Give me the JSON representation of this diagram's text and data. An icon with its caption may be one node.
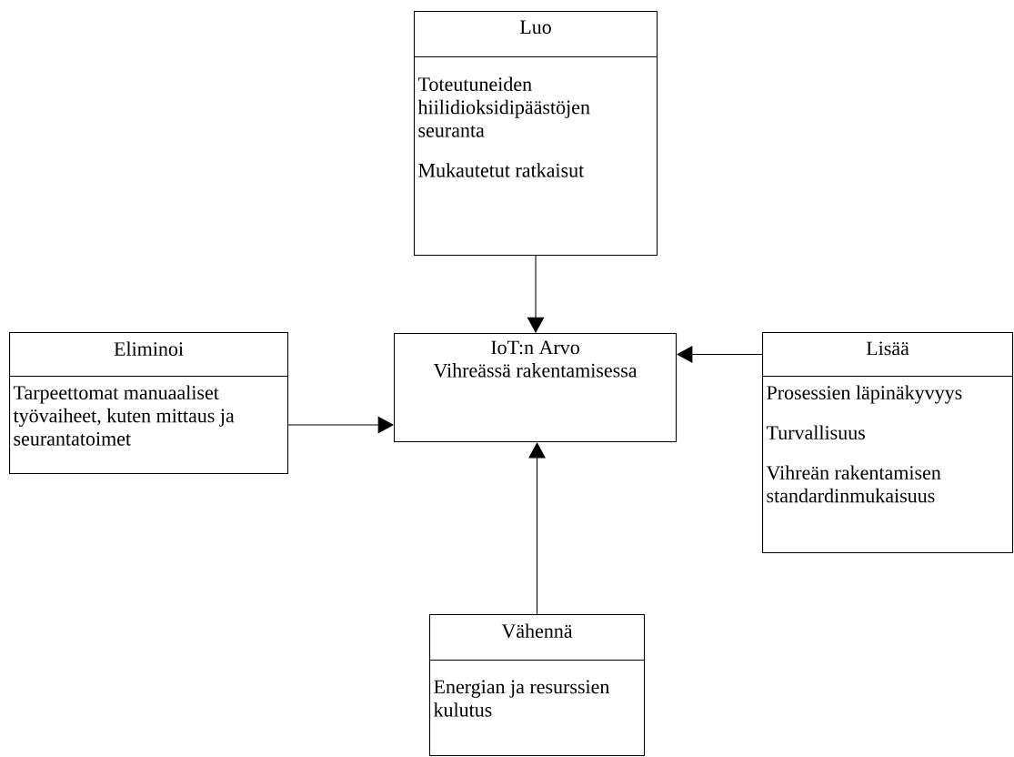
{
  "diagram": {
    "nodes": [
      {
        "text": [
          "Luo"
        ]
      },
      {
        "text": [
          "Toteutuneiden hiilidioksidipäästöjen seuranta",
          "Mukautetut ratkaisut"
        ]
      },
      {
        "text": [
          "Eliminoi"
        ]
      },
      {
        "text": [
          "Tarpeettomat manuaaliset työvaiheet, kuten mittaus ja seurantatoimet"
        ]
      },
      {
        "text": [
          "IoT:n Arvo",
          "Vihreässä rakentamisessa"
        ]
      },
      {
        "text": [
          "Lisää"
        ]
      },
      {
        "text": [
          "Prosessien läpinäkyvyys",
          "Turvallisuus",
          "Vihreän rakentamisen standardinmukaisuus"
        ]
      },
      {
        "text": [
          "Vähennä"
        ]
      },
      {
        "text": [
          "Energian ja resurssien kulutus"
        ]
      }
    ],
    "edges": [
      {
        "from": 1,
        "to": 4,
        "arrow": "to"
      },
      {
        "from": 3,
        "to": 4,
        "arrow": "to"
      },
      {
        "from": 5,
        "to": 4,
        "arrow": "to"
      },
      {
        "from": 7,
        "to": 4,
        "arrow": "to"
      }
    ]
  }
}
